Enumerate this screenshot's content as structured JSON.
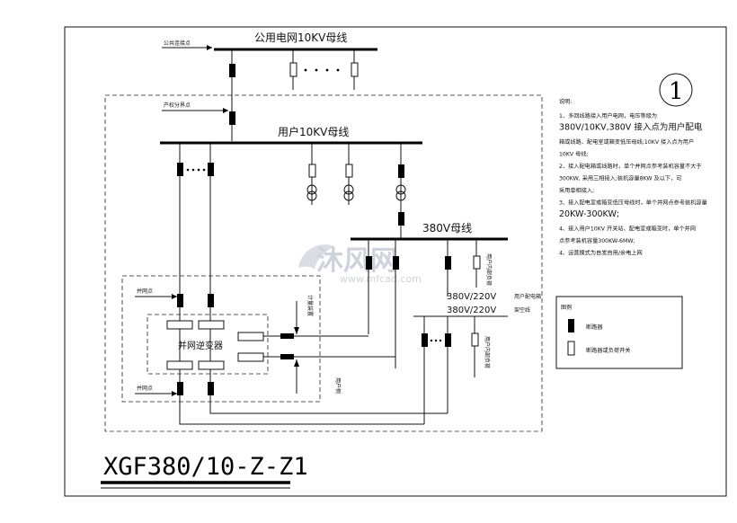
{
  "labels": {
    "public_grid_point": "公共连接点",
    "public_bus": "公用电网10KV母线",
    "property_point": "产权分界点",
    "user_bus": "用户10KV母线",
    "bus_380": "380V母线",
    "grid_point_1": "并网点",
    "grid_point_2": "并网点",
    "inverter": "并网逆变器",
    "user_load_1": "用户内部负荷",
    "user_load_2": "用户内部负荷",
    "dist_line_1": "380V/220V",
    "dist_line_1_suffix": "用户配电箱",
    "dist_line_2": "380V/220V",
    "dist_line_2_suffix": "架空线",
    "vert_small_1": "计量装置",
    "vert_small_2": "用户侧"
  },
  "circle_number": "1",
  "notes": {
    "title": "说明:",
    "lines": [
      {
        "t": "1、多回线路接入用户电网，电压等级为",
        "v": false
      },
      {
        "t": "380V/10KV,380V 接入点为用户配电",
        "v": true
      },
      {
        "t": "箱或线路、配电室或箱变低压母线;10KV 接入点为用户",
        "v": false
      },
      {
        "t": "10KV 母线;",
        "v": false
      },
      {
        "t": "2、接入配电箱或线路时，单个并网点参考装机容量不大于",
        "v": false
      },
      {
        "t": "300KW, 采用三相接入;装机容量8KW 及以下，可",
        "v": false
      },
      {
        "t": "采用单相接入;",
        "v": false
      },
      {
        "t": "3、接入配电室或箱变低压母线时，单个并网点参考装机容量",
        "v": false
      },
      {
        "t": "20KW-300KW;",
        "v": true
      },
      {
        "t": "4、接入用户10KV 开关站、配电室或箱变时，单个并网",
        "v": false
      },
      {
        "t": "点参考装机容量300KW-6MW;",
        "v": false
      },
      {
        "t": "4、运营模式为自发自用/余电上网",
        "v": false
      }
    ]
  },
  "legend": {
    "title": "图例",
    "breaker": "断路器",
    "switch": "断路器或负荷开关"
  },
  "drawing_code": "XGF380/10-Z-Z1",
  "watermark": {
    "brand": "沐风网",
    "url": "www.mfcad.com"
  }
}
